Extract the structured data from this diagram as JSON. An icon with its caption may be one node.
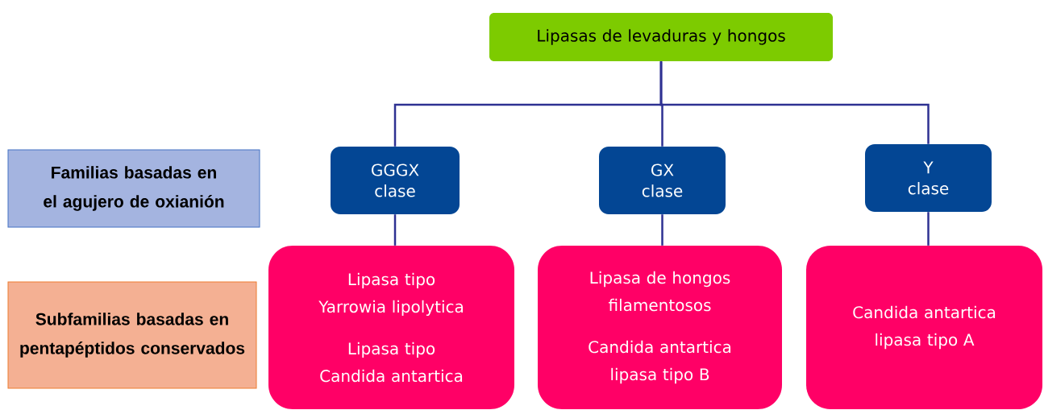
{
  "diagram": {
    "nodes": [
      {
        "text": [
          "Lipasas de levaduras y hongos"
        ]
      },
      {
        "text": [
          "GGGX",
          "clase"
        ]
      },
      {
        "text": [
          "GX",
          "clase"
        ]
      },
      {
        "text": [
          "Y",
          "clase"
        ]
      },
      {
        "text": [
          "Lipasa tipo Yarrowia lipolytica",
          "Lipasa tipo Candida antartica"
        ]
      },
      {
        "text": [
          "Lipasa de hongos filamentosos",
          "Candida antartica lipasa tipo B"
        ]
      },
      {
        "text": [
          "Candida antartica lipasa tipo A"
        ]
      },
      {
        "text": [
          "Familias basadas en el agujero de oxianión"
        ]
      },
      {
        "text": [
          "Subfamilias basadas en pentapéptidos conservados"
        ]
      }
    ],
    "edges": [
      {
        "from": 0,
        "to": 1,
        "arrow": "none"
      },
      {
        "from": 0,
        "to": 2,
        "arrow": "none"
      },
      {
        "from": 0,
        "to": 3,
        "arrow": "none"
      },
      {
        "from": 1,
        "to": 4,
        "arrow": "none"
      },
      {
        "from": 2,
        "to": 5,
        "arrow": "none"
      },
      {
        "from": 3,
        "to": 6,
        "arrow": "none"
      }
    ]
  }
}
